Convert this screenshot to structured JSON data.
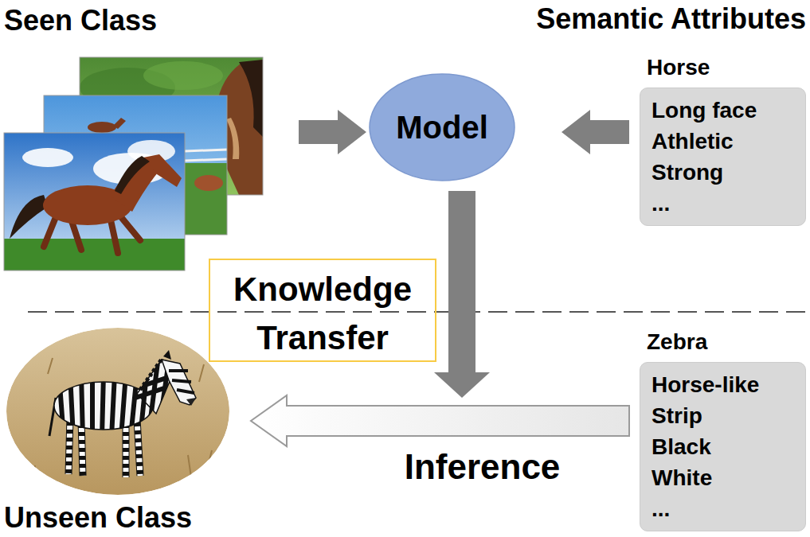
{
  "diagram": {
    "nodes": [
      {
        "text": [
          "Seen Class"
        ]
      },
      {
        "text": [
          "Model"
        ]
      },
      {
        "text": [
          "Horse",
          "Long face",
          "Athletic",
          "Strong",
          "..."
        ]
      },
      {
        "text": [
          "Knowledge Transfer"
        ]
      },
      {
        "text": [
          "Zebra",
          "Horse-like",
          "Strip",
          "Black",
          "White",
          "..."
        ]
      },
      {
        "text": [
          "Unseen Class"
        ]
      }
    ],
    "edges": [
      {
        "from": 0,
        "to": 1,
        "arrow": "to"
      },
      {
        "from": 2,
        "to": 1,
        "arrow": "to"
      },
      {
        "from": 4,
        "to": 5,
        "arrow": "to",
        "label": "Inference"
      }
    ],
    "labels": [
      "Semantic Attributes"
    ]
  }
}
